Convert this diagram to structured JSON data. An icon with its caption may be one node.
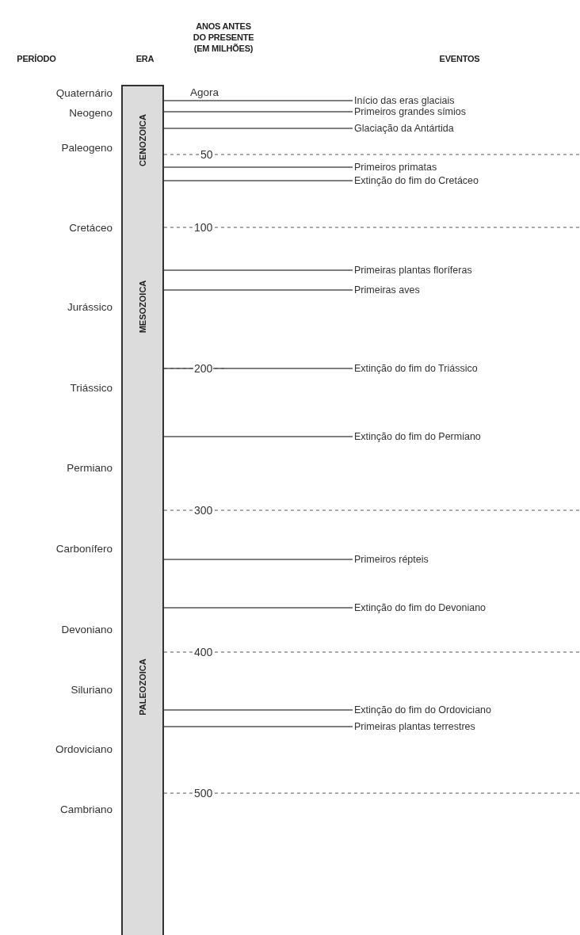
{
  "diagram": {
    "nodes": [
      {
        "text": [
          "CENOZOICA",
          "MESOZOICA",
          "PALEOZOICA"
        ]
      },
      {
        "text": [
          "Início das eras glaciais"
        ]
      },
      {
        "text": [
          "Primeiros grandes símios"
        ]
      },
      {
        "text": [
          "Glaciação da Antártida"
        ]
      },
      {
        "text": [
          "Primeiros primatas"
        ]
      },
      {
        "text": [
          "Extinção do fim do Cretáceo"
        ]
      },
      {
        "text": [
          "Primeiras plantas floríferas"
        ]
      },
      {
        "text": [
          "Primeiras aves"
        ]
      },
      {
        "text": [
          "Extinção do fim do Triássico"
        ]
      },
      {
        "text": [
          "Extinção do fim do Permiano"
        ]
      },
      {
        "text": [
          "Primeiros répteis"
        ]
      },
      {
        "text": [
          "Extinção do fim do Devoniano"
        ]
      },
      {
        "text": [
          "Extinção do fim do Ordoviciano"
        ]
      },
      {
        "text": [
          "Primeiras plantas terrestres"
        ]
      }
    ],
    "edges": [
      {
        "from": 1,
        "to": 0,
        "arrow": "none"
      },
      {
        "from": 2,
        "to": 0,
        "arrow": "none"
      },
      {
        "from": 3,
        "to": 0,
        "arrow": "none"
      },
      {
        "from": 4,
        "to": 0,
        "arrow": "none"
      },
      {
        "from": 5,
        "to": 0,
        "arrow": "none"
      },
      {
        "from": 6,
        "to": 0,
        "arrow": "none"
      },
      {
        "from": 7,
        "to": 0,
        "arrow": "none"
      },
      {
        "from": 8,
        "to": 0,
        "arrow": "none"
      },
      {
        "from": 9,
        "to": 0,
        "arrow": "none"
      },
      {
        "from": 10,
        "to": 0,
        "arrow": "none"
      },
      {
        "from": 11,
        "to": 0,
        "arrow": "none"
      },
      {
        "from": 12,
        "to": 0,
        "arrow": "none"
      },
      {
        "from": 13,
        "to": 0,
        "arrow": "none"
      }
    ],
    "labels": [
      "ANOS ANTES DO PRESENTE (EM MILHÕES)",
      "PERÍODO",
      "ERA",
      "EVENTOS",
      "Quaternário",
      "Agora",
      "Neogeno",
      "Paleogeno",
      "50",
      "Cretáceo",
      "100",
      "Jurássico",
      "200",
      "Triássico",
      "Permiano",
      "300",
      "Carbonífero",
      "Devoniano",
      "400",
      "Siluriano",
      "Ordoviciano",
      "500",
      "Cambriano"
    ]
  }
}
